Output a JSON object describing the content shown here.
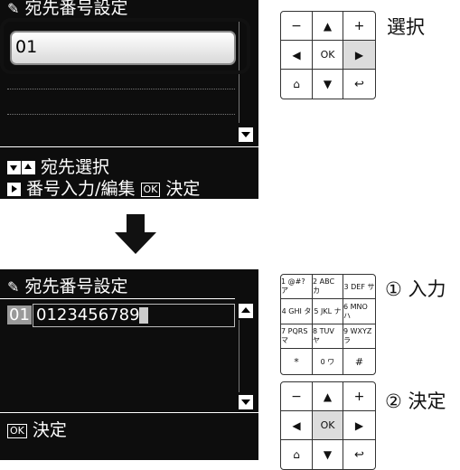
{
  "screen1": {
    "title": "宛先番号設定",
    "entry_value": "01",
    "footer": {
      "line1_text": "宛先選択",
      "line2_text": "番号入力/編集",
      "ok_chip": "OK",
      "ok_text": "決定"
    }
  },
  "screen2": {
    "title": "宛先番号設定",
    "entry_number": "01",
    "entry_value": "0123456789",
    "footer": {
      "ok_chip": "OK",
      "ok_text": "決定"
    }
  },
  "dpad": {
    "minus": "−",
    "up": "▲",
    "plus": "+",
    "left": "◀",
    "ok": "OK",
    "right": "▶",
    "back": "↩",
    "down": "▼",
    "home": "⌂"
  },
  "keypad": {
    "keys": [
      "1 @#? ア",
      "2 ABC カ",
      "3 DEF サ",
      "4 GHI タ",
      "5 JKL ナ",
      "6 MNO ハ",
      "7 PQRS マ",
      "8 TUV ヤ",
      "9 WXYZ ラ",
      "*",
      "0 ワ",
      "#"
    ]
  },
  "labels": {
    "select": "選択",
    "step1": "① 入力",
    "step2": "② 決定"
  }
}
